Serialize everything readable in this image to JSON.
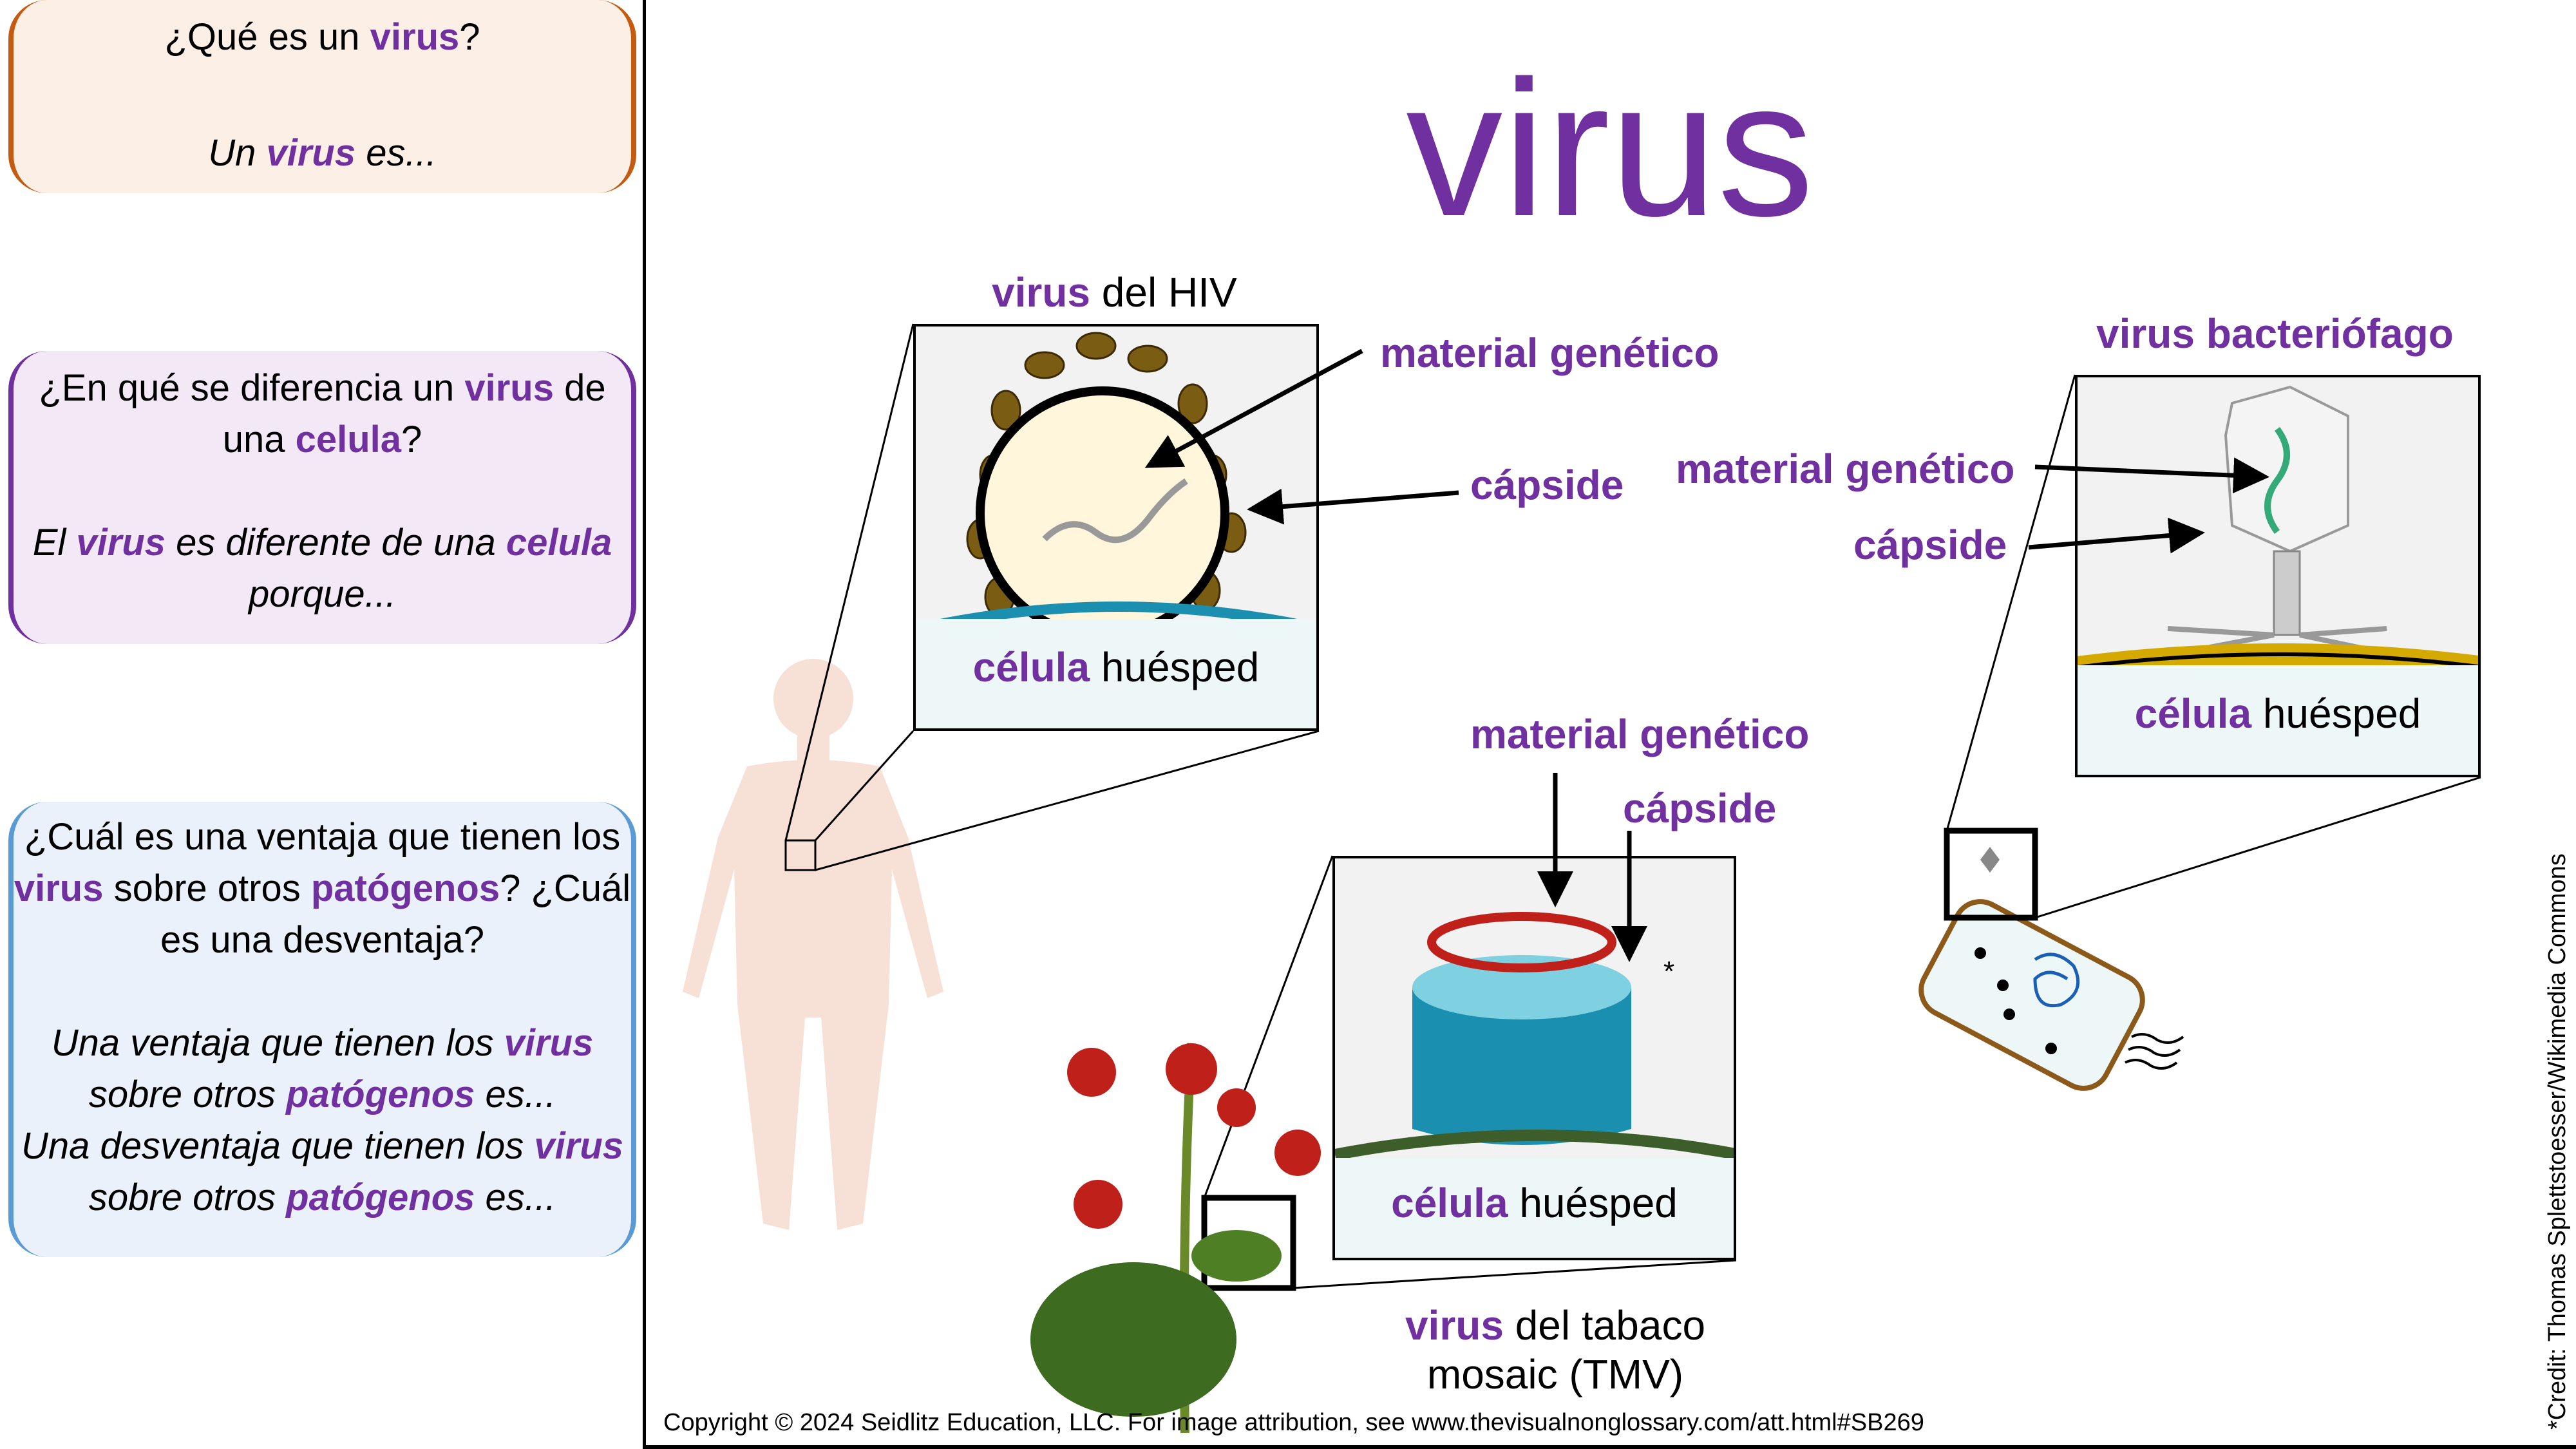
{
  "questions": [
    {
      "q": [
        "¿Qué es un ",
        "virus",
        "?"
      ],
      "a": [
        "Un ",
        "virus",
        " es..."
      ]
    },
    {
      "q": [
        "¿En qué se diferencia un ",
        "virus",
        " de una ",
        "celula",
        "?"
      ],
      "a": [
        "El ",
        "virus",
        " es diferente de una ",
        "celula",
        " porque..."
      ]
    },
    {
      "q": [
        "¿Cuál es una ventaja que tienen los ",
        "virus",
        " sobre otros ",
        "patógenos",
        "? ¿Cuál es una desventaja?"
      ],
      "a": [
        "Una ventaja que tienen los ",
        "virus",
        " sobre otros ",
        "patógenos",
        " es..."
      ],
      "a2": [
        "Una desventaja que tienen los ",
        "virus",
        " sobre otros ",
        "patógenos",
        " es..."
      ]
    }
  ],
  "title": "virus",
  "hiv": {
    "name": [
      "virus",
      " del HIV"
    ],
    "genetic": "material genético",
    "capsid": "cápside",
    "cell": [
      "célula",
      " huésped"
    ]
  },
  "phage": {
    "name": "virus bacteriófago",
    "genetic": "material genético",
    "capsid": "cápside",
    "cell": [
      "célula",
      " huésped"
    ]
  },
  "tmv": {
    "name": [
      "virus",
      " del tabaco",
      "mosaic (TMV)"
    ],
    "genetic": "material genético",
    "capsid": "cápside",
    "cell": [
      "célula",
      " huésped"
    ],
    "asterisk": "*"
  },
  "copyright": "Copyright © 2024 Seidlitz Education, LLC.  For image attribution, see www.thevisualnonglossary.com/att.html#SB269",
  "credit": "*Credit: Thomas Splettstoesser/Wikimedia Commons",
  "colors": {
    "accent": "#7030a0",
    "orange": "#c55a11",
    "blue": "#5b9bd5"
  }
}
